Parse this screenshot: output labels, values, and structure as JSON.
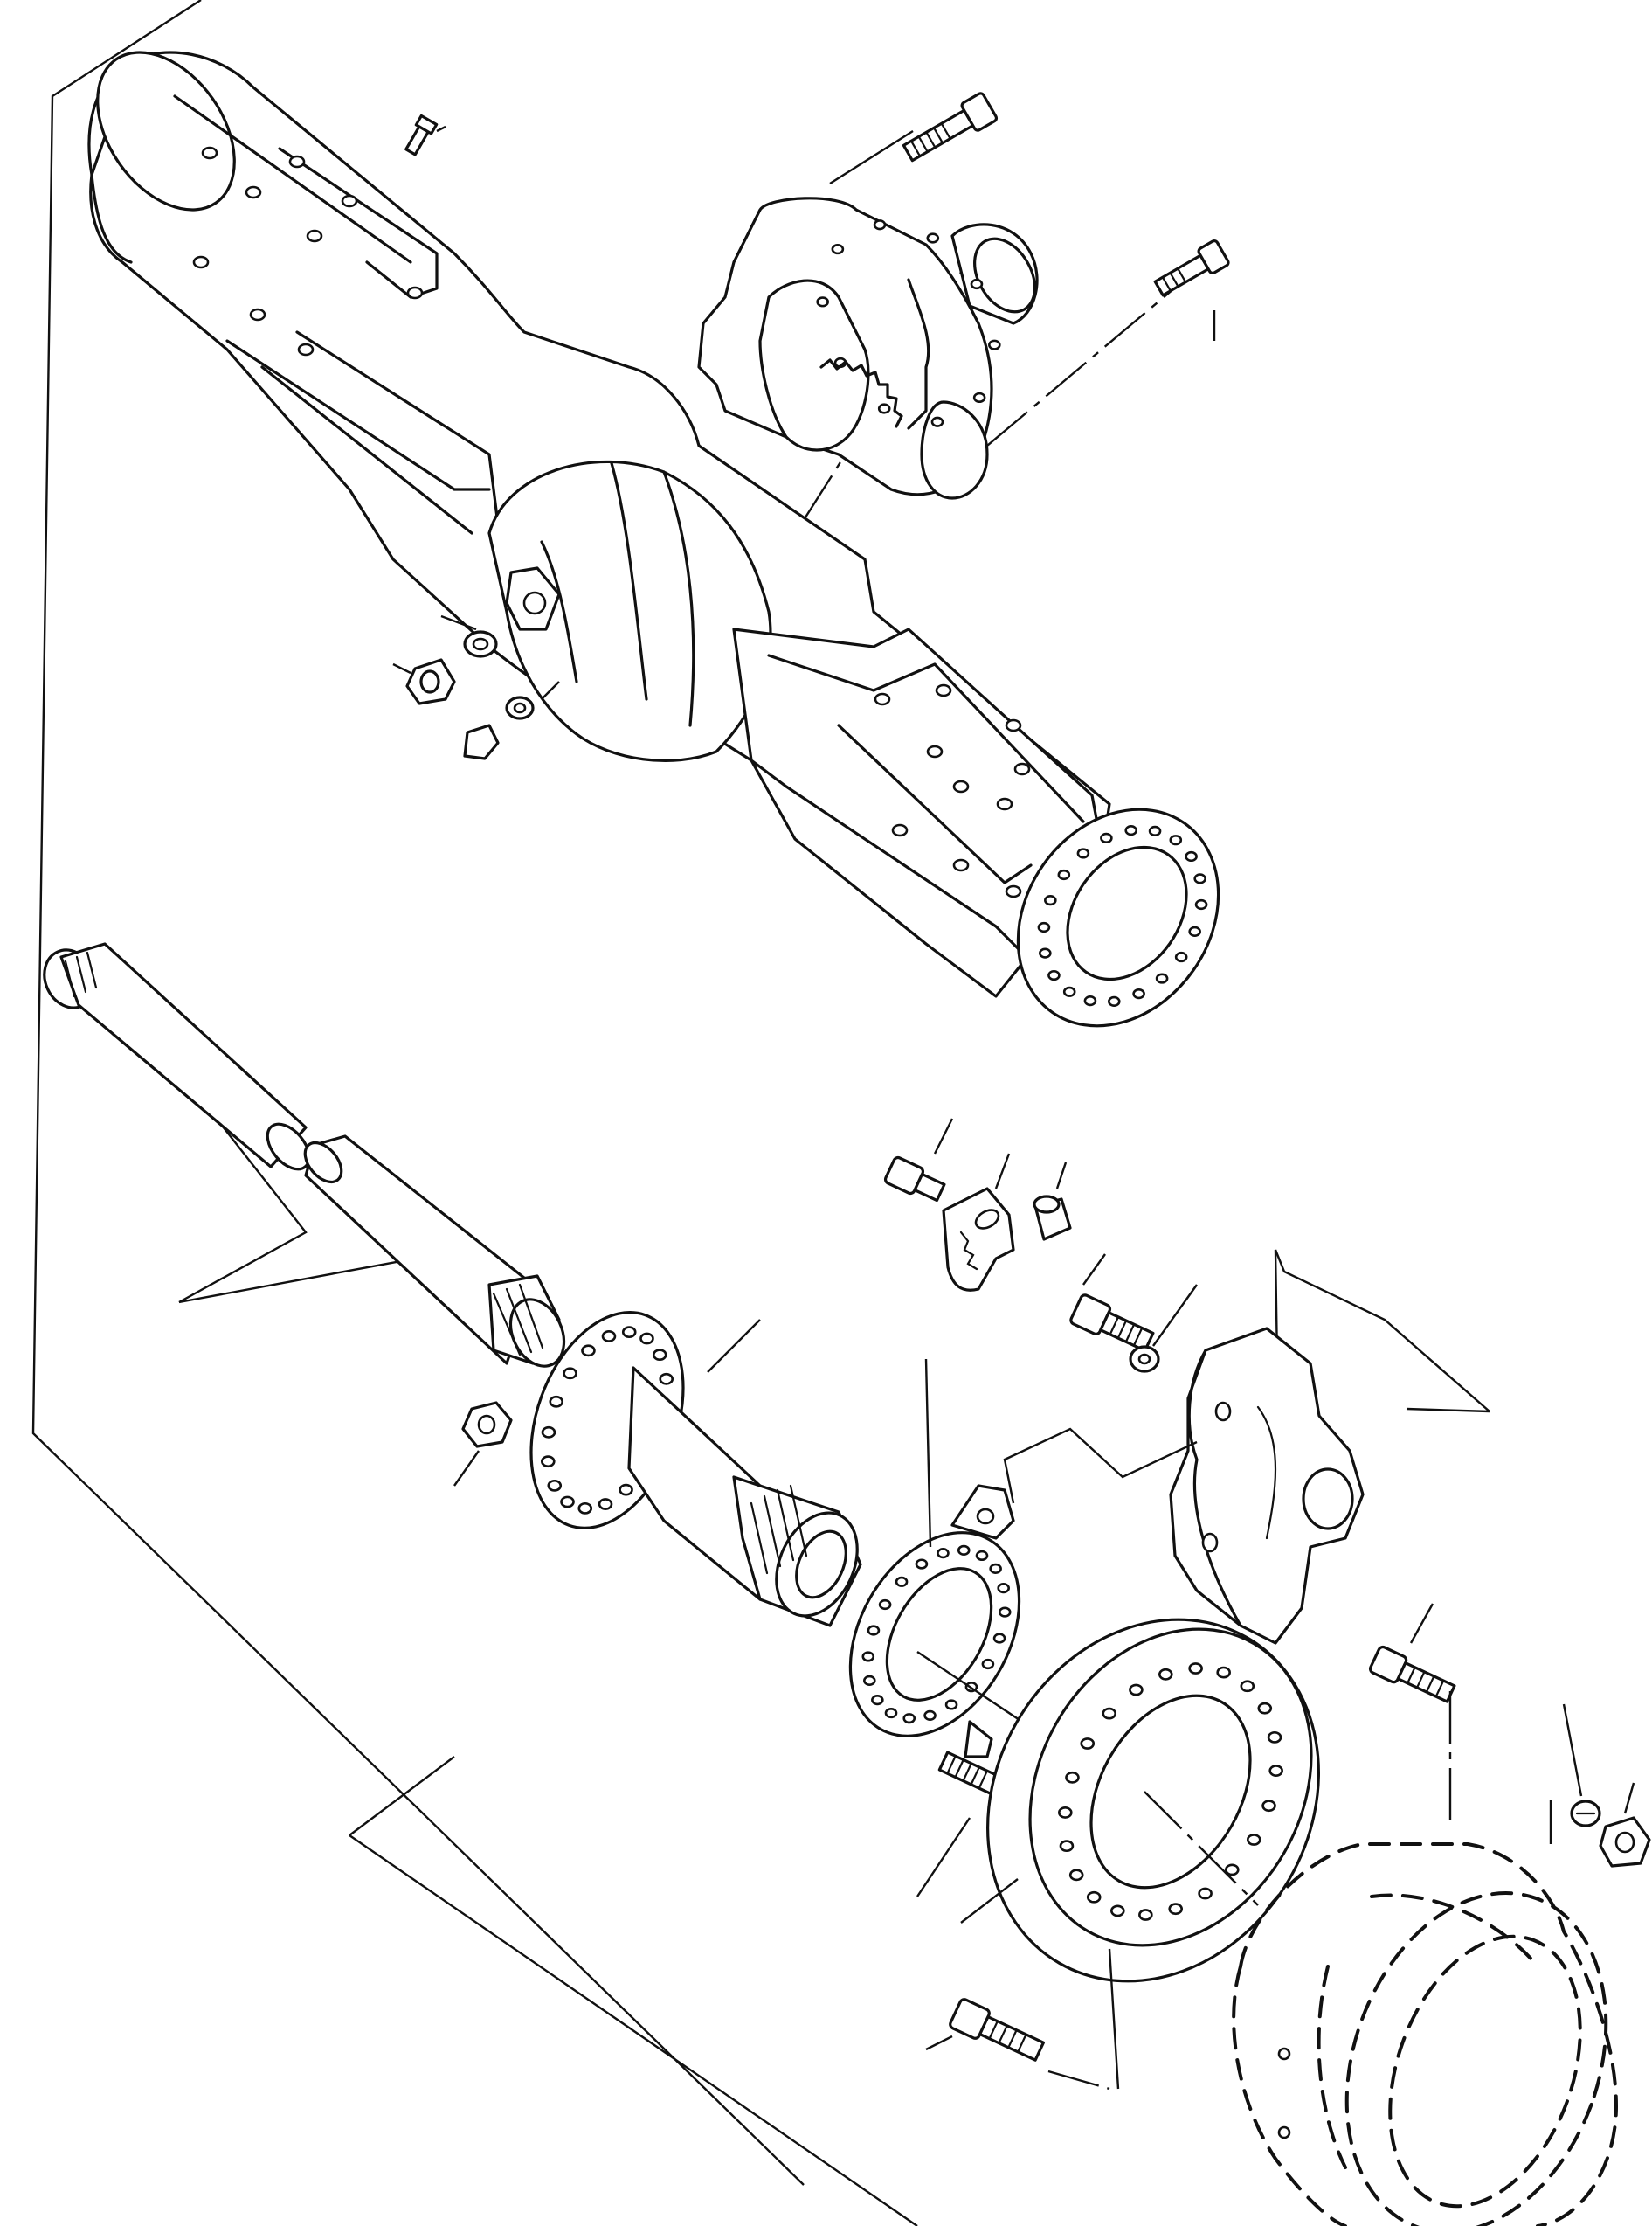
{
  "colors": {
    "ink": "#111111",
    "paper": "#ffffff"
  },
  "parts": [
    "axle-housing",
    "differential-carrier",
    "carrier-bolt-upper",
    "carrier-bolt-right",
    "breather-screw",
    "drain-plug",
    "sealing-washer",
    "fill-plug",
    "plug-washer",
    "axle-shaft-outer",
    "axle-shaft-inner",
    "wheel-hub-spindle",
    "hub-nut",
    "anchor-plate",
    "brake-caliper",
    "caliper-bolt",
    "caliper-washer",
    "lock-plate",
    "lock-plate-bolt",
    "spacer-bushing",
    "brake-disc",
    "disc-bolt-upper",
    "disc-bolt-lower",
    "hub-bolt",
    "wheel-nut",
    "wheel-nut-washer",
    "wheel-drum"
  ]
}
